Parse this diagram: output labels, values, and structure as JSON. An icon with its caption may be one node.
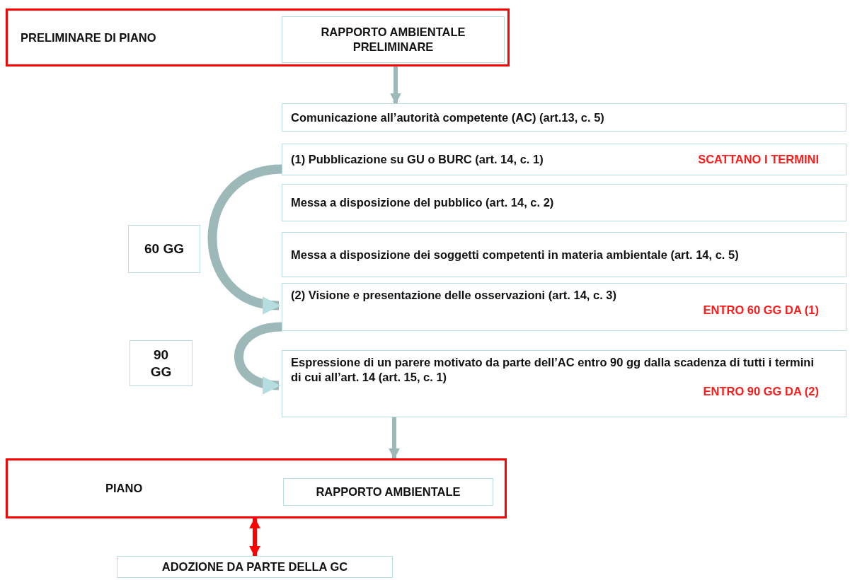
{
  "diagram": {
    "nodes": [
      {
        "text": [
          "PRELIMINARE DI PIANO"
        ]
      },
      {
        "text": [
          "RAPPORTO AMBIENTALE PRELIMINARE"
        ],
        "in": 0
      },
      {
        "text": [
          "Comunicazione all’autorità competente (AC) (art.13, c. 5)"
        ]
      },
      {
        "text": [
          "(1) Pubblicazione su GU o BURC (art. 14, c. 1)",
          "SCATTANO I TERMINI"
        ]
      },
      {
        "text": [
          "Messa a disposizione del pubblico (art. 14, c. 2)"
        ]
      },
      {
        "text": [
          "Messa a disposizione dei soggetti competenti in materia ambientale (art. 14, c. 5)"
        ]
      },
      {
        "text": [
          "(2) Visione e presentazione delle osservazioni (art. 14, c. 3)",
          "ENTRO 60 GG DA (1)"
        ]
      },
      {
        "text": [
          "Espressione di un parere motivato da parte dell’AC entro 90 gg dalla scadenza di tutti i termini di cui all’art. 14 (art. 15, c. 1)",
          "ENTRO 90 GG DA (2)"
        ]
      },
      {
        "text": [
          "PIANO"
        ]
      },
      {
        "text": [
          "RAPPORTO AMBIENTALE"
        ],
        "in": 8
      },
      {
        "text": [
          "ADOZIONE DA PARTE DELLA GC"
        ]
      },
      {
        "text": [
          "60 GG"
        ]
      },
      {
        "text": [
          "90 GG"
        ]
      }
    ],
    "edges": [
      {
        "from": 0,
        "to": 2,
        "arrow": "to"
      },
      {
        "from": 3,
        "to": 6,
        "arrow": "to",
        "style": "thick"
      },
      {
        "from": 6,
        "to": 7,
        "arrow": "to",
        "style": "thick"
      },
      {
        "from": 7,
        "to": 8,
        "arrow": "to"
      },
      {
        "from": 8,
        "to": 10,
        "arrow": "both",
        "color": "#ff0000"
      }
    ]
  }
}
